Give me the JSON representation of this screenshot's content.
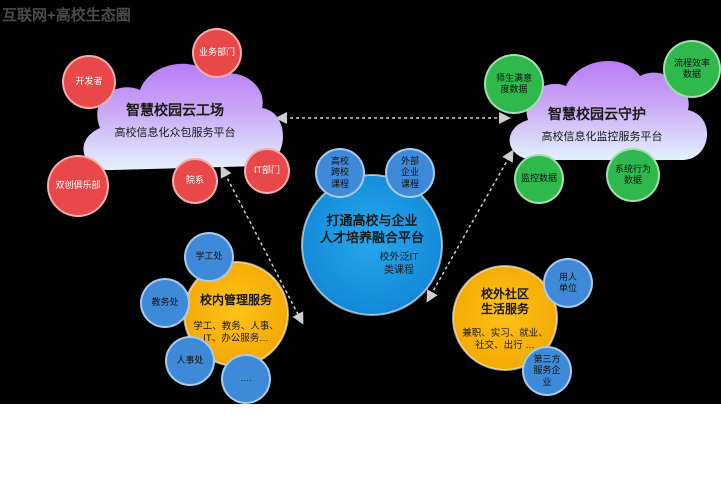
{
  "title": "互联网+高校生态圈",
  "colors": {
    "red": "#e8484a",
    "green": "#2fb84c",
    "blue": "#3f8ad8",
    "yellow": "#f7b500",
    "center": "#1a98e0",
    "cloud_top": "#b87cf6",
    "cloud_bottom": "#ddeffd"
  },
  "cloud_left": {
    "title": "智慧校园云工场",
    "subtitle": "高校信息化众包服务平台",
    "satellites": [
      "开发者",
      "业务部门",
      "双创俱乐部",
      "院系",
      "IT部门"
    ]
  },
  "cloud_right": {
    "title": "智慧校园云守护",
    "subtitle": "高校信息化监控服务平台",
    "satellites": [
      "师生满意度数据",
      "流程效率数据",
      "监控数据",
      "系统行为数据"
    ]
  },
  "center": {
    "title_line1": "打通高校与企业",
    "title_line2": "人才培养融合平台",
    "sub_line1": "校外泛IT",
    "sub_line2": "类课程",
    "satellites": [
      "高校跨校课程",
      "外部企业课程"
    ]
  },
  "inner_service": {
    "title": "校内管理服务",
    "desc_line1": "学工、教务、人事、",
    "desc_line2": "IT、办公服务…",
    "satellites": [
      "学工处",
      "教务处",
      "人事处",
      "…."
    ]
  },
  "outer_service": {
    "title_line1": "校外社区",
    "title_line2": "生活服务",
    "desc_line1": "兼职、实习、就业、",
    "desc_line2": "社交、出行 …",
    "satellites": [
      "用人单位",
      "第三方服务企业"
    ]
  }
}
